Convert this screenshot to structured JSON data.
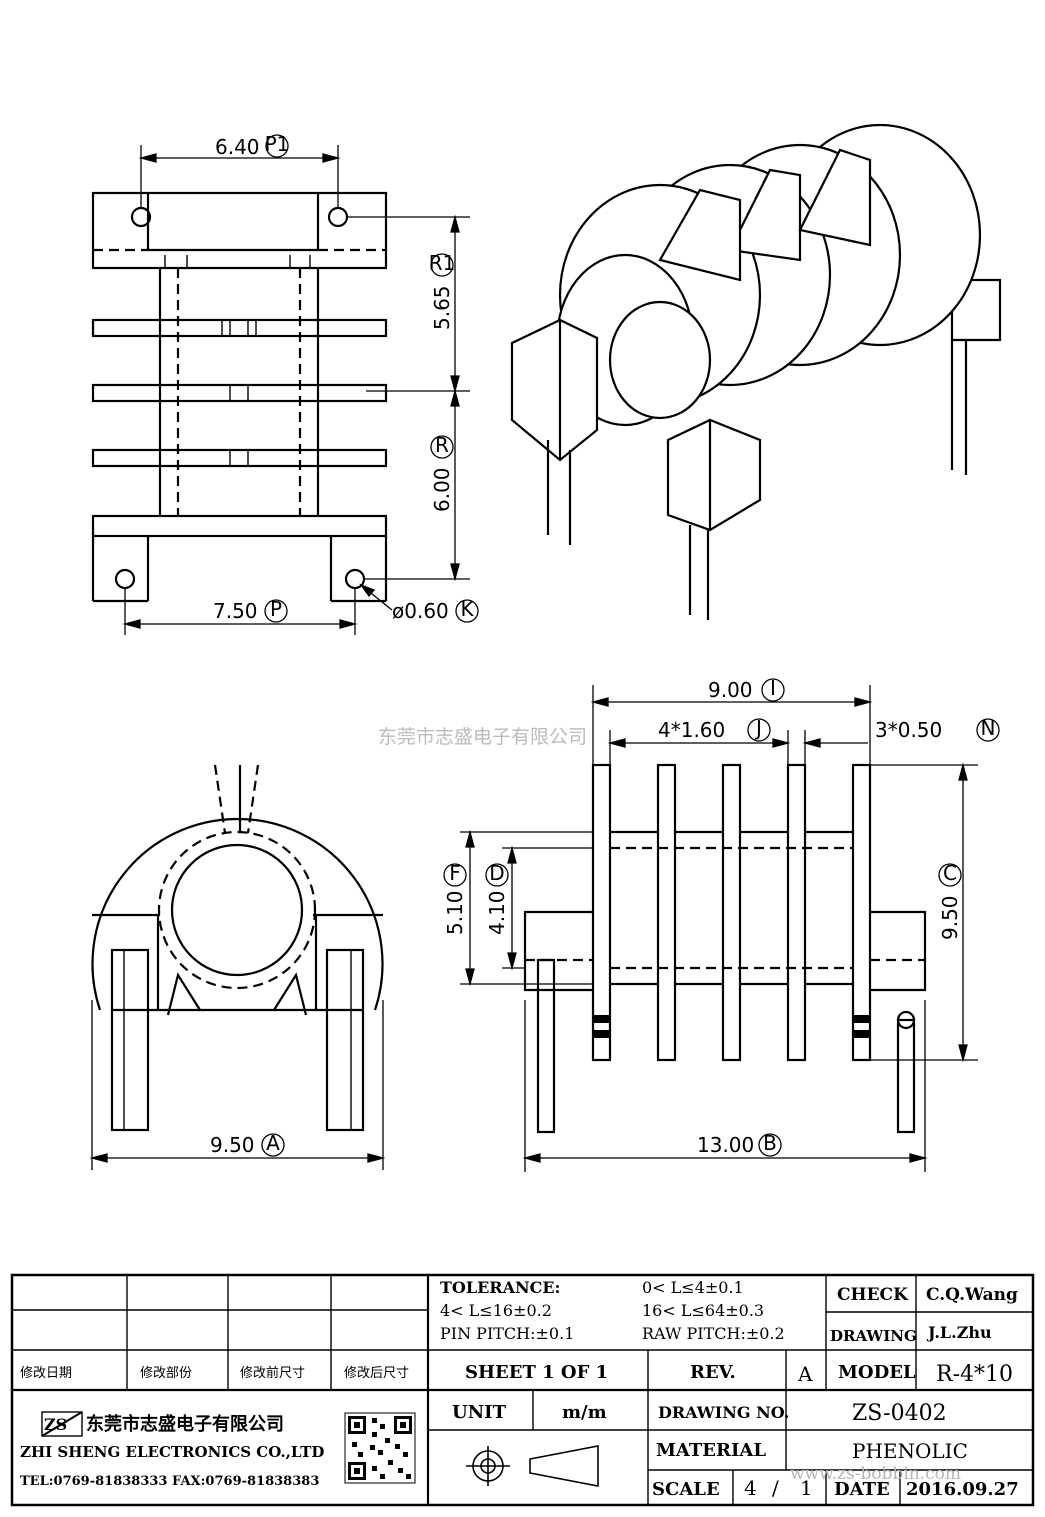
{
  "views": {
    "top": {
      "dim_pin_pitch_top": "6.40",
      "dim_pin_pitch_top_ref": "P1",
      "dim_row_pitch_upper": "5.65",
      "dim_row_pitch_upper_ref": "R1",
      "dim_row_pitch_lower": "6.00",
      "dim_row_pitch_lower_ref": "R",
      "dim_pin_pitch_bottom": "7.50",
      "dim_pin_pitch_bottom_ref": "P",
      "dim_pin_dia": "ø0.60",
      "dim_pin_dia_ref": "K"
    },
    "front": {
      "dim_width": "9.50",
      "dim_width_ref": "A"
    },
    "side": {
      "dim_total": "9.00",
      "dim_total_ref": "I",
      "dim_slots": "4*1.60",
      "dim_slots_ref": "J",
      "dim_flange": "3*0.50",
      "dim_flange_ref": "N",
      "dim_outer_dia": "5.10",
      "dim_outer_dia_ref": "F",
      "dim_inner_dia": "4.10",
      "dim_inner_dia_ref": "D",
      "dim_height": "9.50",
      "dim_height_ref": "C",
      "dim_length": "13.00",
      "dim_length_ref": "B"
    }
  },
  "watermark_center": "东莞市志盛电子有限公司",
  "title_block": {
    "tolerance_label": "TOLERANCE:",
    "tol_1": "0< L≤4±0.1",
    "tol_2": "4< L≤16±0.2",
    "tol_3": "16< L≤64±0.3",
    "pin_pitch": "PIN PITCH:±0.1",
    "raw_pitch": "RAW PITCH:±0.2",
    "check_label": "CHECK",
    "check_value": "C.Q.Wang",
    "drawing_label": "DRAWING",
    "drawing_value": "J.L.Zhu",
    "rev_headers": [
      "修改日期",
      "修改部份",
      "修改前尺寸",
      "修改后尺寸"
    ],
    "sheet": "SHEET 1 OF 1",
    "rev_label": "REV.",
    "rev_value": "A",
    "model_label": "MODEL",
    "model_value": "R-4*10",
    "company_cn": "东莞市志盛电子有限公司",
    "company_en": "ZHI SHENG ELECTRONICS CO.,LTD",
    "tel_fax": "TEL:0769-81838333 FAX:0769-81838383",
    "unit_label": "UNIT",
    "unit_value": "m/m",
    "drawing_no_label": "DRAWING NO.",
    "drawing_no_value": "ZS-0402",
    "material_label": "MATERIAL",
    "material_value": "PHENOLIC",
    "scale_label": "SCALE",
    "scale_num": "4",
    "scale_sep": "/",
    "scale_den": "1",
    "date_label": "DATE",
    "date_value": "2016.09.27",
    "website": "www.zs-bobbin.com",
    "logo_text": "ZS"
  }
}
